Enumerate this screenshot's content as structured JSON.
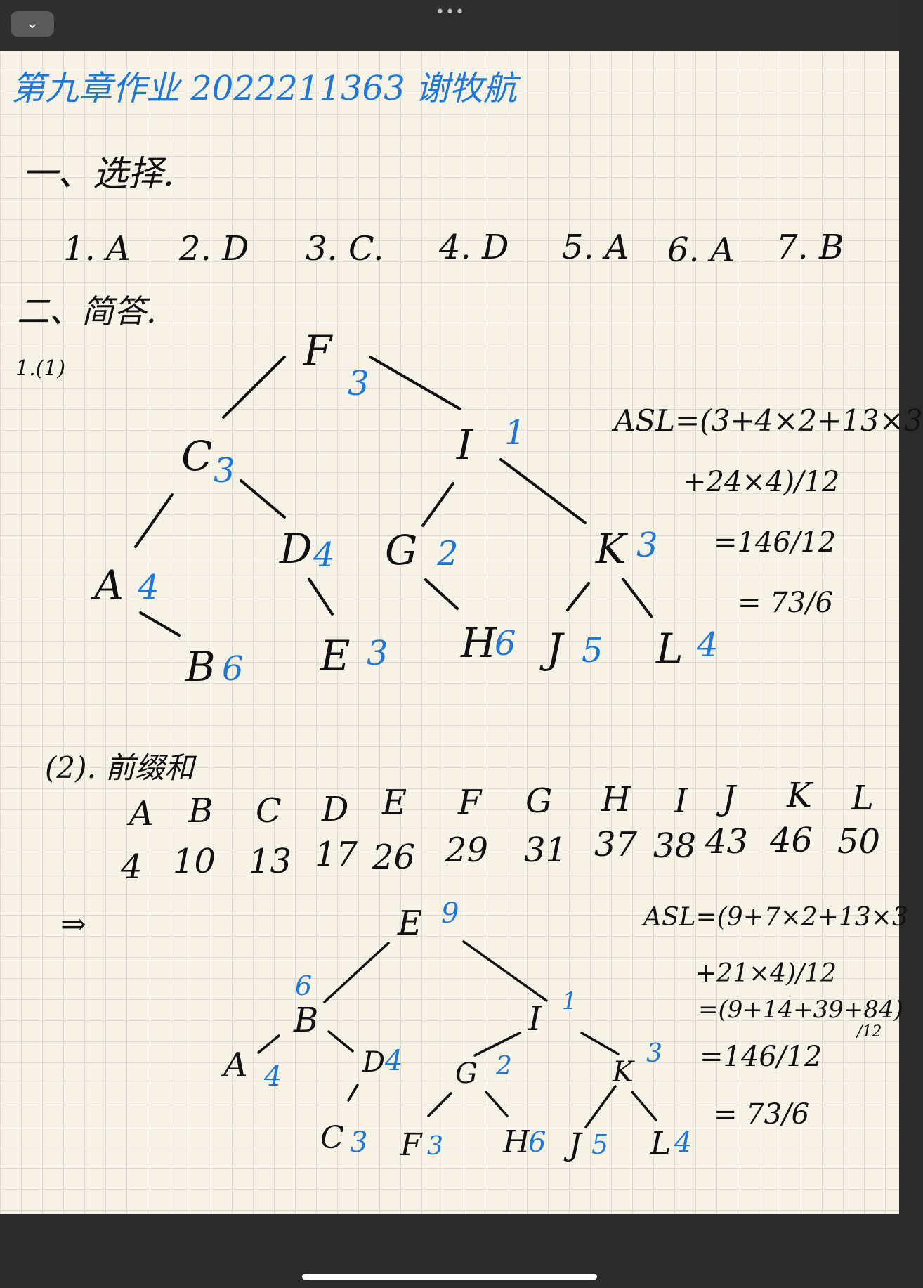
{
  "title": "第九章作业 2022211363 谢牧航",
  "section1": {
    "heading": "一、选择.",
    "answers": [
      "1. A",
      "2. D",
      "3. C.",
      "4. D",
      "5. A",
      "6. A",
      "7. B"
    ]
  },
  "section2": {
    "heading": "二、简答.",
    "sub1": "1.(1)",
    "tree1": {
      "nodes": [
        {
          "label": "F",
          "weight": "3"
        },
        {
          "label": "C",
          "weight": "3"
        },
        {
          "label": "I",
          "weight": "1"
        },
        {
          "label": "A",
          "weight": "4"
        },
        {
          "label": "D",
          "weight": "4"
        },
        {
          "label": "G",
          "weight": "2"
        },
        {
          "label": "K",
          "weight": "3"
        },
        {
          "label": "B",
          "weight": "6"
        },
        {
          "label": "E",
          "weight": "3"
        },
        {
          "label": "H",
          "weight": "6"
        },
        {
          "label": "J",
          "weight": "5"
        },
        {
          "label": "L",
          "weight": "4"
        }
      ],
      "asl": [
        "ASL=(3+4×2+13×3",
        "+24×4)/12",
        "=146/12",
        "= 73/6"
      ]
    },
    "sub2": "(2). 前缀和",
    "prefix": {
      "letters": [
        "A",
        "B",
        "C",
        "D",
        "E",
        "F",
        "G",
        "H",
        "I",
        "J",
        "K",
        "L"
      ],
      "sums": [
        "4",
        "10",
        "13",
        "17",
        "26",
        "29",
        "31",
        "37",
        "38",
        "43",
        "46",
        "50"
      ]
    },
    "arrow": "⇒",
    "tree2": {
      "nodes": [
        {
          "label": "E",
          "weight": "9"
        },
        {
          "label": "B",
          "weight": "6"
        },
        {
          "label": "I",
          "weight": "1"
        },
        {
          "label": "A",
          "weight": "4"
        },
        {
          "label": "D",
          "weight": "4"
        },
        {
          "label": "G",
          "weight": "2"
        },
        {
          "label": "K",
          "weight": "3"
        },
        {
          "label": "C",
          "weight": "3"
        },
        {
          "label": "F",
          "weight": "3"
        },
        {
          "label": "H",
          "weight": "6"
        },
        {
          "label": "J",
          "weight": "5"
        },
        {
          "label": "L",
          "weight": "4"
        }
      ],
      "asl": [
        "ASL=(9+7×2+13×3",
        "+21×4)/12",
        "=(9+14+39+84)",
        "/12",
        "=146/12",
        "= 73/6"
      ]
    }
  },
  "colors": {
    "ink": "#111111",
    "blue_ink": "#1f78d8",
    "paper": "#f6f3e6",
    "grid": "#dedad0"
  }
}
